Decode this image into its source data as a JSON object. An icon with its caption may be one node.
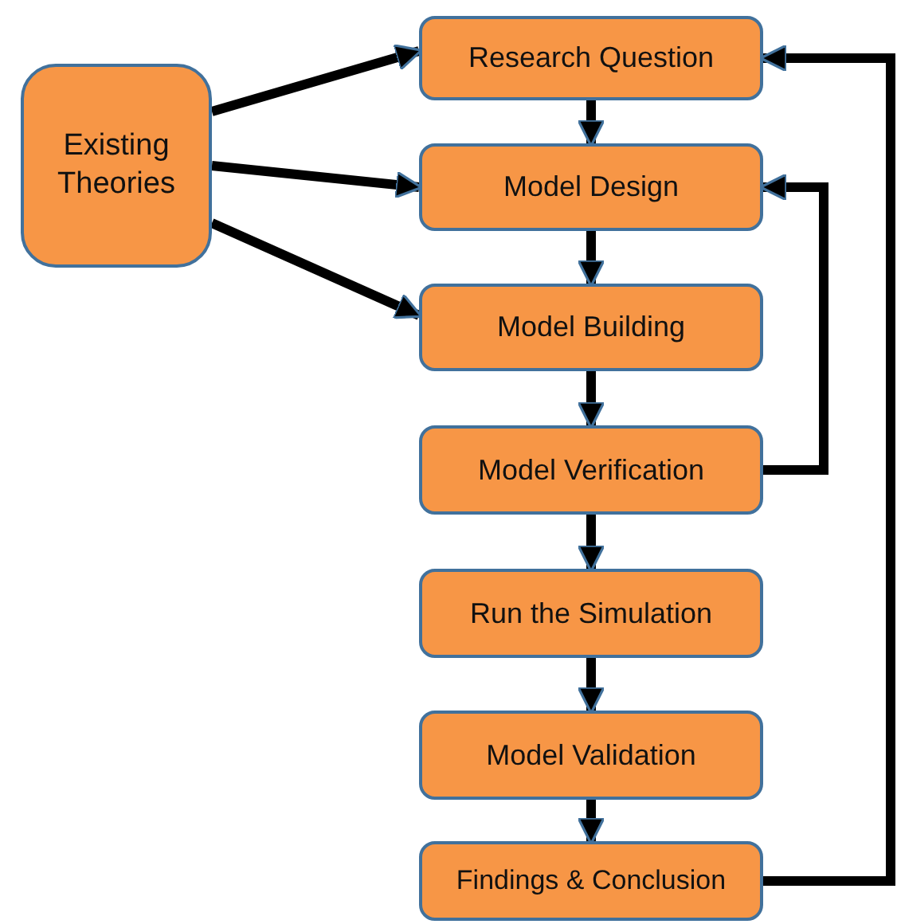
{
  "diagram": {
    "nodes": [
      {
        "text": [
          "Existing Theories"
        ]
      },
      {
        "text": [
          "Research Question"
        ]
      },
      {
        "text": [
          "Model Design"
        ]
      },
      {
        "text": [
          "Model Building"
        ]
      },
      {
        "text": [
          "Model Verification"
        ]
      },
      {
        "text": [
          "Run the Simulation"
        ]
      },
      {
        "text": [
          "Model Validation"
        ]
      },
      {
        "text": [
          "Findings & Conclusion"
        ]
      }
    ],
    "edges": [
      {
        "from": 0,
        "to": 1,
        "arrow": "to"
      },
      {
        "from": 0,
        "to": 2,
        "arrow": "to"
      },
      {
        "from": 0,
        "to": 3,
        "arrow": "to"
      },
      {
        "from": 1,
        "to": 2,
        "arrow": "to"
      },
      {
        "from": 2,
        "to": 3,
        "arrow": "to"
      },
      {
        "from": 3,
        "to": 4,
        "arrow": "to"
      },
      {
        "from": 4,
        "to": 5,
        "arrow": "to"
      },
      {
        "from": 5,
        "to": 6,
        "arrow": "to"
      },
      {
        "from": 6,
        "to": 7,
        "arrow": "to"
      },
      {
        "from": 4,
        "to": 2,
        "arrow": "to"
      },
      {
        "from": 7,
        "to": 1,
        "arrow": "to"
      }
    ]
  }
}
